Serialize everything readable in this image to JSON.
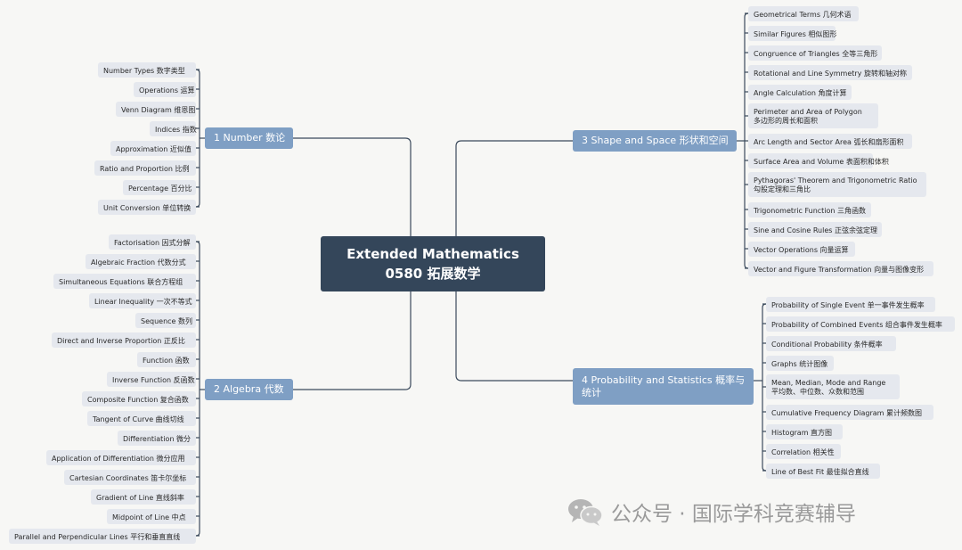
{
  "root": {
    "line1": "Extended Mathematics",
    "line2": "0580 拓展数学"
  },
  "branches": {
    "number": {
      "label": "1 Number 数论",
      "items": [
        "Number Types 数字类型",
        "Operations 运算",
        "Venn Diagram 维恩图",
        "Indices 指数",
        "Approximation 近似值",
        "Ratio and Proportion 比例",
        "Percentage 百分比",
        "Unit Conversion 单位转换"
      ]
    },
    "algebra": {
      "label": "2 Algebra 代数",
      "items": [
        "Factorisation 因式分解",
        "Algebraic Fraction 代数分式",
        "Simultaneous Equations 联合方程组",
        "Linear Inequality 一次不等式",
        "Sequence 数列",
        "Direct and Inverse Proportion 正反比",
        "Function 函数",
        "Inverse Function 反函数",
        "Composite Function 复合函数",
        "Tangent of Curve 曲线切线",
        "Differentiation 微分",
        "Application of Differentiation 微分应用",
        "Cartesian Coordinates 笛卡尔坐标",
        "Gradient of Line 直线斜率",
        "Midpoint of Line 中点",
        "Parallel and Perpendicular Lines 平行和垂直直线"
      ]
    },
    "shape": {
      "label": "3 Shape and Space 形状和空间",
      "items": [
        "Geometrical Terms 几何术语",
        "Similar Figures 相似图形",
        "Congruence of Triangles 全等三角形",
        "Rotational and Line Symmetry 旋转和轴对称",
        "Angle Calculation 角度计算",
        [
          "Perimeter and Area of Polygon",
          "多边形的周长和面积"
        ],
        "Arc Length and Sector Area 弧长和扇形面积",
        "Surface Area and Volume 表面积和体积",
        [
          "Pythagoras' Theorem and Trigonometric Ratio",
          "勾股定理和三角比"
        ],
        "Trigonometric Function 三角函数",
        "Sine and Cosine Rules 正弦余弦定理",
        "Vector Operations 向量运算",
        "Vector and Figure Transformation 向量与图像变形"
      ]
    },
    "prob": {
      "label1": "4 Probability and Statistics 概率与",
      "label2": "统计",
      "items": [
        "Probability of Single Event 单一事件发生概率",
        "Probability of Combined Events 组合事件发生概率",
        "Conditional Probability 条件概率",
        "Graphs 统计图像",
        [
          "Mean, Median, Mode and Range",
          "平均数、中位数、众数和范围"
        ],
        "Cumulative Frequency Diagram 累计频数图",
        "Histogram 直方图",
        "Correlation 相关性",
        "Line of Best Fit 最佳拟合直线"
      ]
    }
  },
  "footer": {
    "text": "公众号 · 国际学科竞赛辅导",
    "icon": "wechat-icon"
  },
  "colors": {
    "root": "#34465a",
    "branch": "#7f9fc4",
    "leaf": "#e5e8ee",
    "line": "#3b4a5c",
    "background": "#f7f7f5"
  }
}
